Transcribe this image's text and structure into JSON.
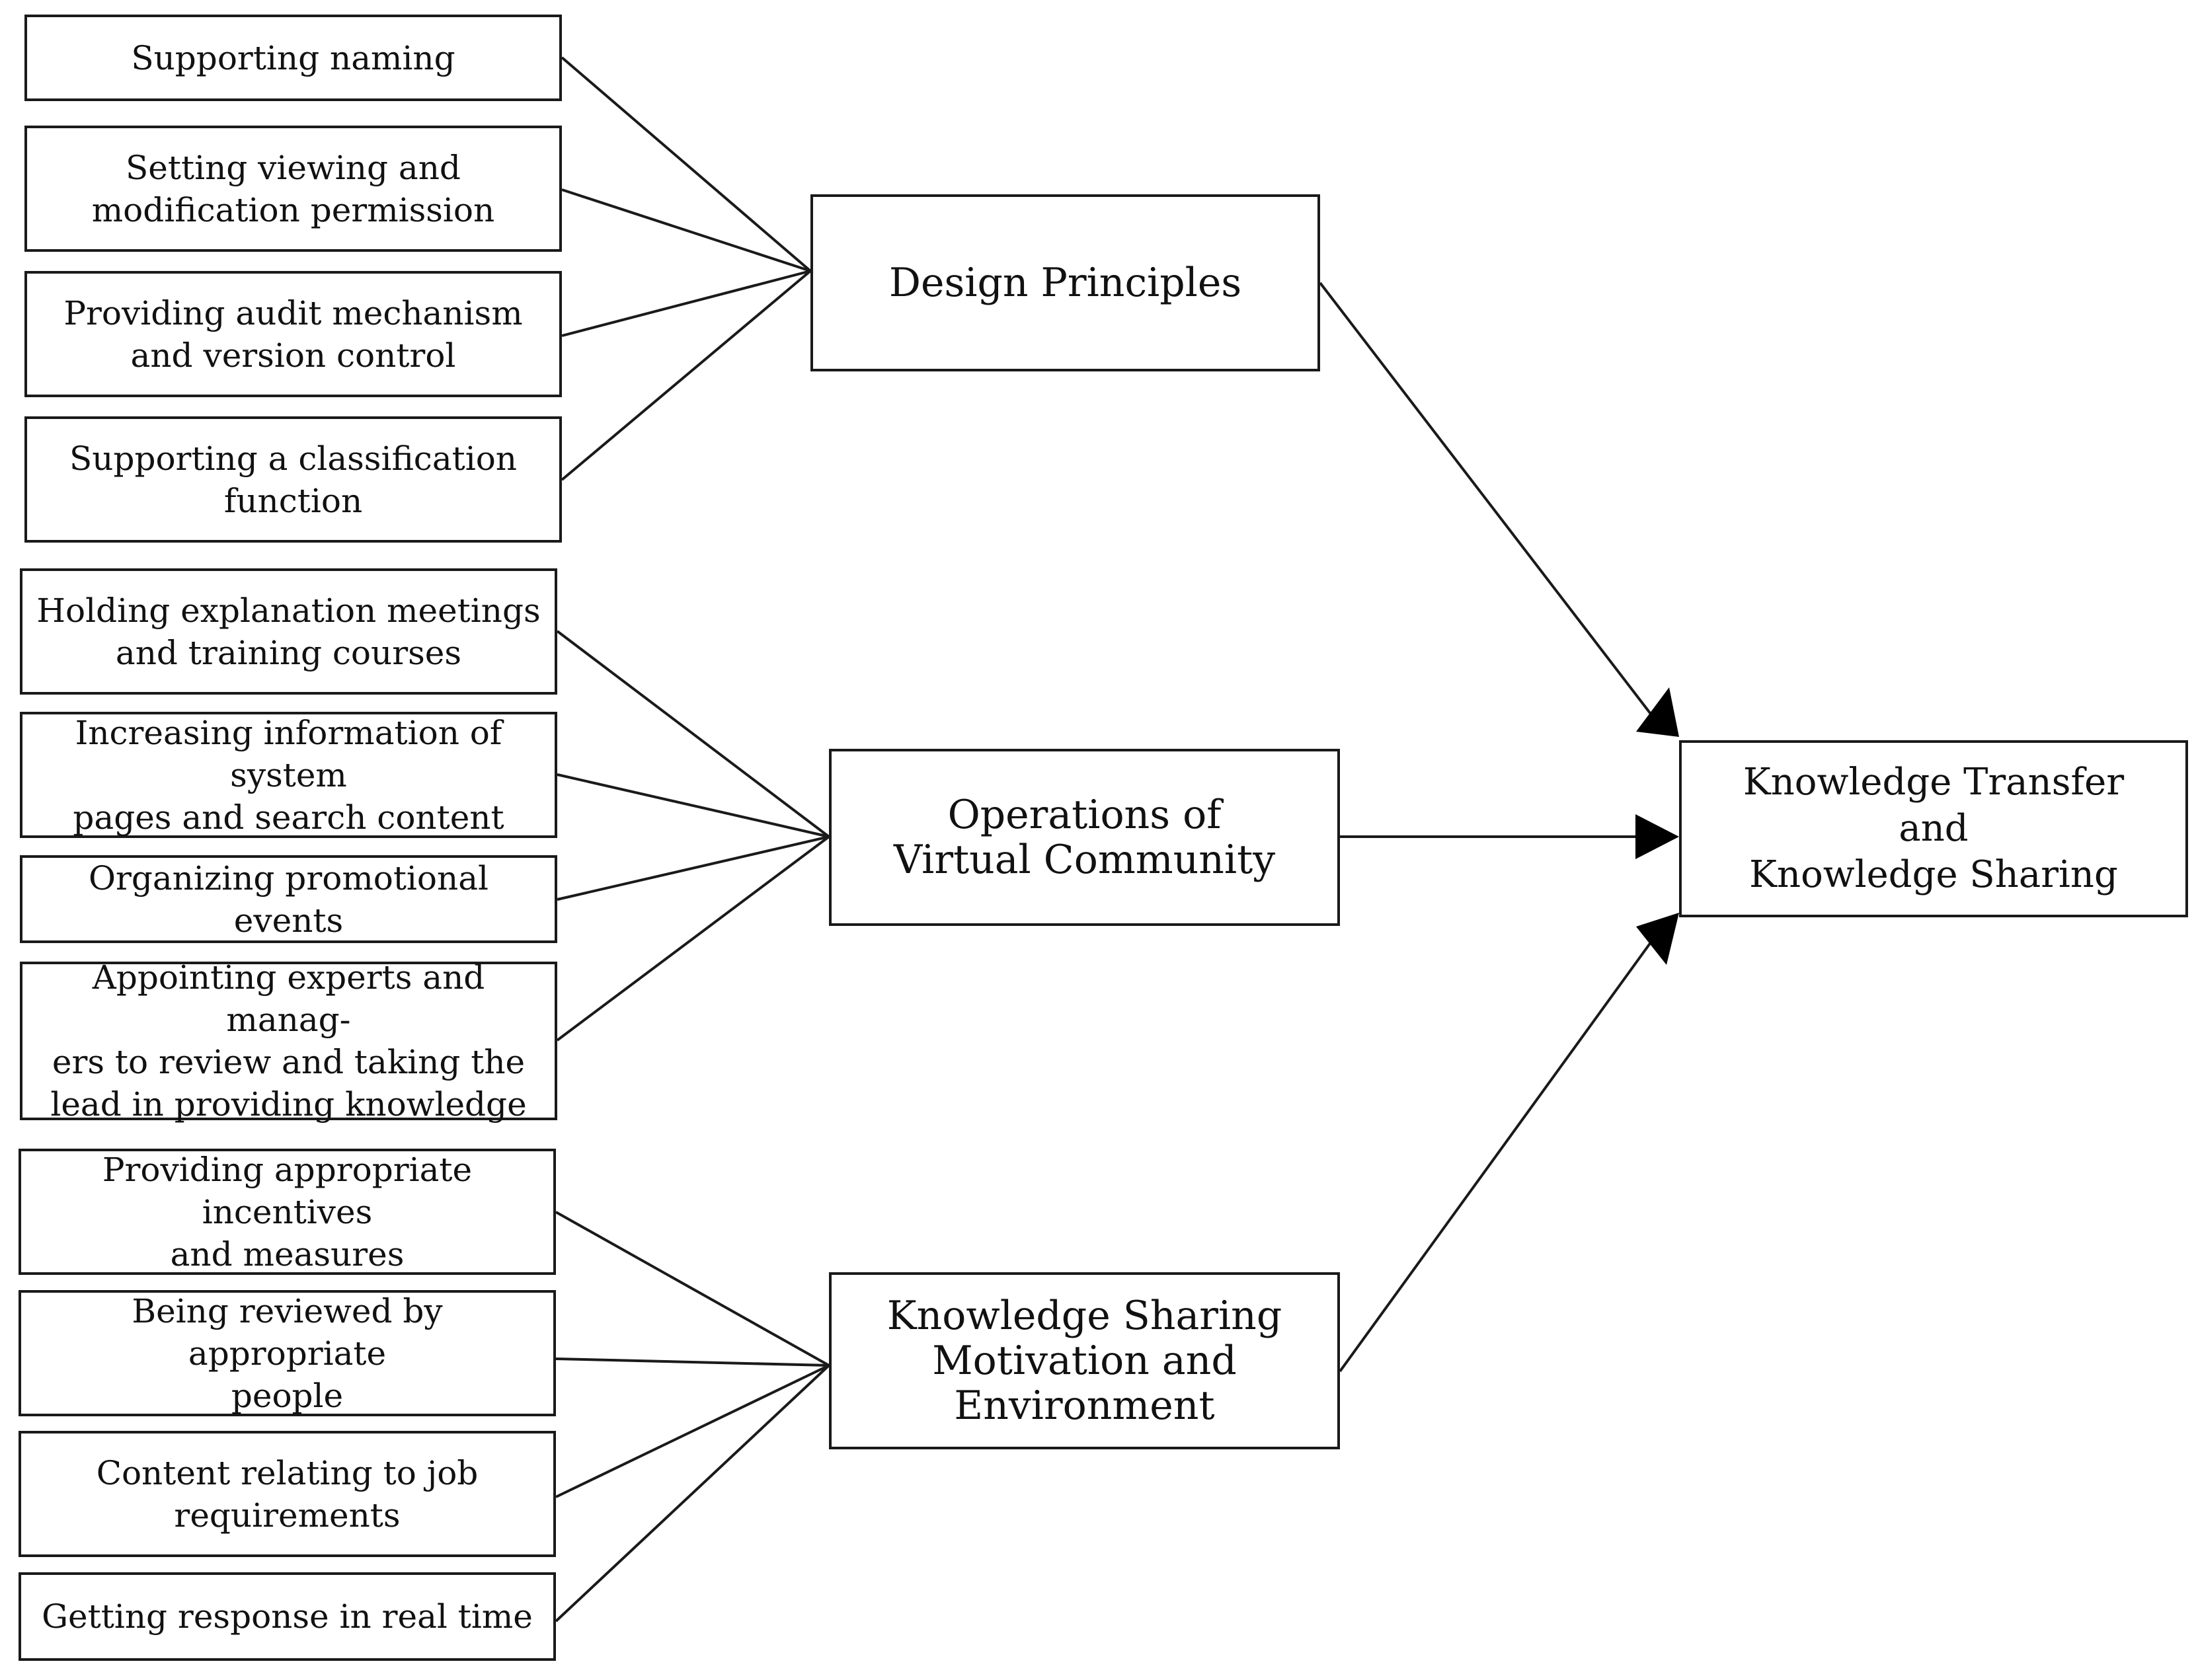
{
  "diagram": {
    "design_factors": [
      "Supporting naming",
      "Setting viewing and\nmodification permission",
      "Providing audit mechanism\nand version control",
      "Supporting a classification\nfunction"
    ],
    "operations_factors": [
      "Holding explanation meetings\nand training courses",
      "Increasing information of system\npages and search content",
      "Organizing promotional events",
      "Appointing experts and manag-\ners to review and taking the\nlead in providing knowledge"
    ],
    "motivation_factors": [
      "Providing appropriate incentives\nand measures",
      "Being reviewed by appropriate\npeople",
      "Content relating to job\nrequirements",
      "Getting response in real time"
    ],
    "constructs": {
      "design_principles": "Design Principles",
      "operations": "Operations of\nVirtual Community",
      "motivation": "Knowledge Sharing\nMotivation and\nEnvironment"
    },
    "outcome": "Knowledge Transfer\nand\nKnowledge Sharing",
    "line_color": "#1a1a1a"
  }
}
